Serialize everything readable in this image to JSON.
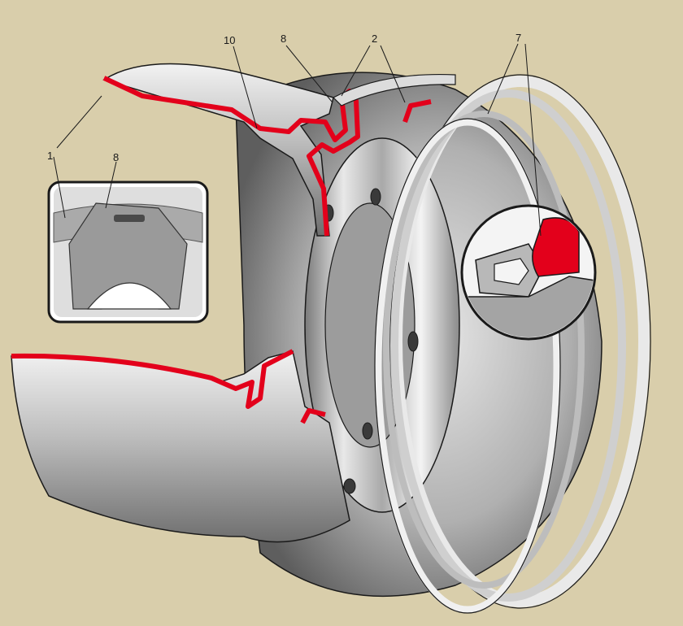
{
  "colors": {
    "background": "#d9ceab",
    "metal_light": "#f1f1f1",
    "metal_mid": "#b4b4b4",
    "metal_dark": "#6a6a6a",
    "section_red": "#e3001b",
    "outline": "#1a1a1a"
  },
  "callouts": {
    "c1": "1",
    "c2": "2",
    "c7": "7",
    "c8_top": "8",
    "c8_inset": "8",
    "c10": "10"
  }
}
